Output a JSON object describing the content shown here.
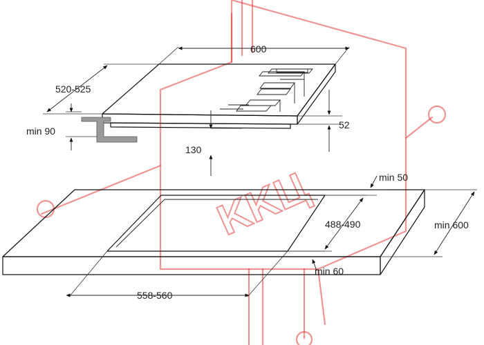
{
  "diagram": {
    "dimensions": {
      "hob_width": "600",
      "hob_depth": "520-525",
      "hob_height": "52",
      "min_clearance_below": "min 90",
      "height_below_hob": "130",
      "cutout_width": "558-560",
      "cutout_depth": "488-490",
      "min_back_distance": "min 50",
      "min_front_distance": "min 60",
      "min_worktop_depth": "min 600"
    },
    "watermark": {
      "text": "KKЦ"
    },
    "colors": {
      "line": "#111111",
      "bracket": "#9a9a9a",
      "watermark": "#e23a3a"
    }
  }
}
